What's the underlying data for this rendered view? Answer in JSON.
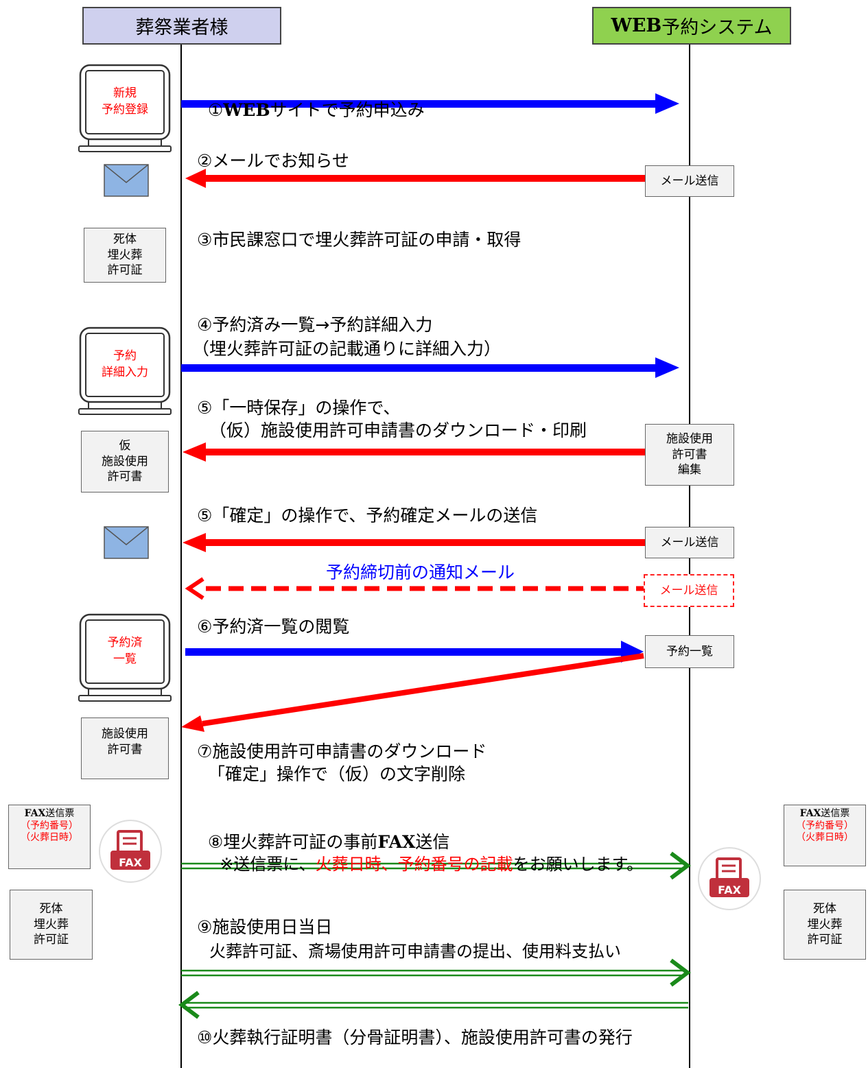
{
  "headers": {
    "left": "葬祭業者様",
    "right_bold": "WEB",
    "right_rest": "予約システム"
  },
  "monitors": [
    {
      "lines": "新規\n予約登録"
    },
    {
      "lines": "予約\n詳細入力"
    },
    {
      "lines": "予約済\n一覧"
    }
  ],
  "left_boxes": {
    "permit1": "死体\n埋火葬\n許可証",
    "temp_permit": "仮\n施設使用\n許可書",
    "permit_book": "施設使用\n許可書",
    "permit2": "死体\n埋火葬\n許可証"
  },
  "right_boxes": {
    "mail1": "メール送信",
    "edit": "施設使用\n許可書\n編集",
    "mail2": "メール送信",
    "mail3": "メール送信",
    "list": "予約一覧",
    "permit3": "死体\n埋火葬\n許可証"
  },
  "fax_notes": {
    "bold": "FAX",
    "title_rest": "送信票",
    "line2": "（予約番号）",
    "line3": "（火葬日時）",
    "icon_label": "FAX"
  },
  "steps": {
    "s1_prefix": "①",
    "s1_bold": "WEB",
    "s1_rest": "サイトで予約申込み",
    "s2": "②メールでお知らせ",
    "s3": "③市民課窓口で埋火葬許可証の申請・取得",
    "s4a": "④予約済み一覧→予約詳細入力",
    "s4b": "（埋火葬許可証の記載通りに詳細入力）",
    "s5a": "⑤「一時保存」の操作で、",
    "s5b": "（仮）施設使用許可申請書のダウンロード・印刷",
    "s5c": "⑤「確定」の操作で、予約確定メールの送信",
    "notice": "予約締切前の通知メール",
    "s6": "⑥予約済一覧の閲覧",
    "s7a": "⑦施設使用許可申請書のダウンロード",
    "s7b": "「確定」操作で（仮）の文字削除",
    "s8_prefix": "⑧埋火葬許可証の事前",
    "s8_bold": "FAX",
    "s8_rest": "送信",
    "s8b_pre": "※送信票に、",
    "s8b_red": "火葬日時、予約番号の記載",
    "s8b_post": "をお願いします。",
    "s9a": "⑨施設使用日当日",
    "s9b": "火葬許可証、斎場使用許可申請書の提出、使用料支払い",
    "s10": "⑩火葬執行証明書（分骨証明書）、施設使用許可書の発行"
  },
  "colors": {
    "left_header_bg": "#cfd0ee",
    "right_header_bg": "#8fd14f",
    "request_arrow": "#0000ff",
    "response_arrow": "#ff0000",
    "fax_arrow": "#1a8a1a",
    "fax_icon": "#c0303c",
    "mail_icon": "#8eb4e3",
    "notice_text": "#0000ff"
  }
}
